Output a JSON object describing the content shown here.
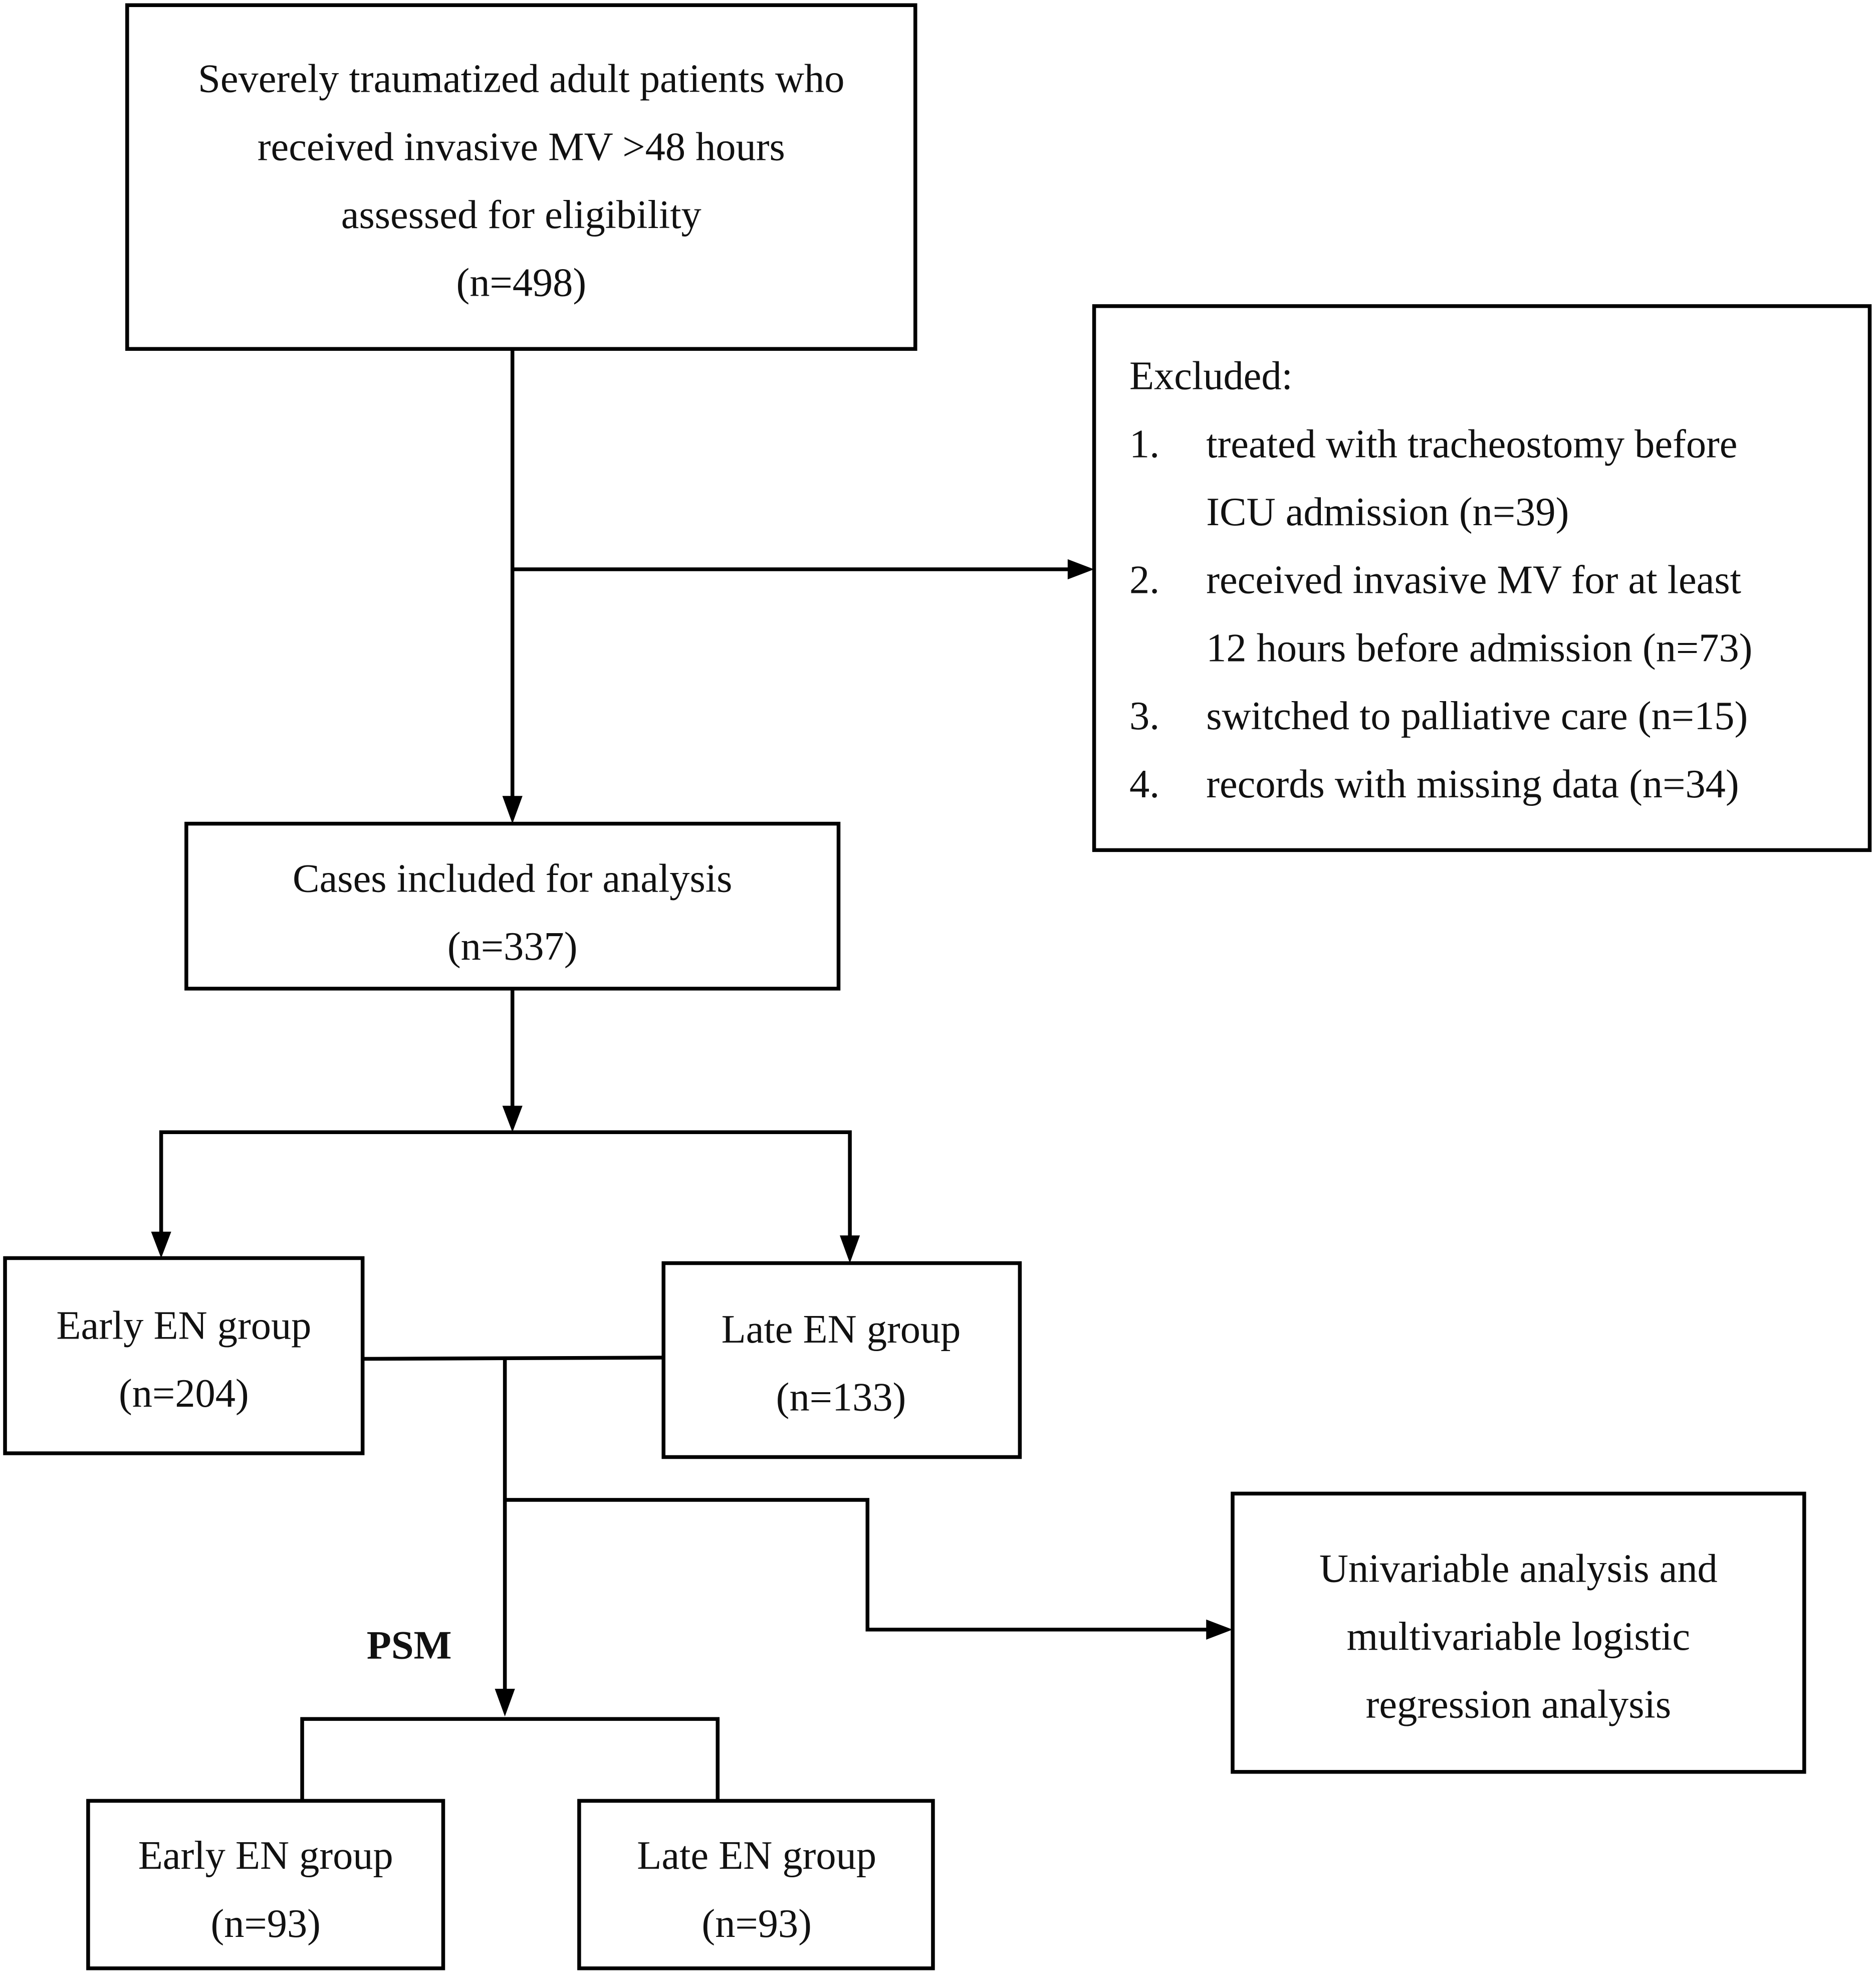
{
  "screening": {
    "lines": [
      "Severely traumatized adult patients who",
      "received invasive MV >48 hours",
      "assessed for eligibility",
      "(n=498)"
    ]
  },
  "excluded": {
    "title": "Excluded:",
    "items": [
      {
        "num": "1.",
        "lines": [
          "treated with tracheostomy before",
          "ICU admission (n=39)"
        ]
      },
      {
        "num": "2.",
        "lines": [
          "received invasive MV for at least",
          "12 hours before admission (n=73)"
        ]
      },
      {
        "num": "3.",
        "lines": [
          "switched to palliative care (n=15)"
        ]
      },
      {
        "num": "4.",
        "lines": [
          "records with missing data (n=34)"
        ]
      }
    ]
  },
  "included": {
    "lines": [
      "Cases included for analysis",
      "(n=337)"
    ]
  },
  "early_en": {
    "lines": [
      "Early EN group",
      "(n=204)"
    ]
  },
  "late_en": {
    "lines": [
      "Late EN group",
      "(n=133)"
    ]
  },
  "analysis": {
    "lines": [
      "Univariable analysis and",
      "multivariable logistic",
      "regression analysis"
    ]
  },
  "psm_label": "PSM",
  "early_en_psm": {
    "lines": [
      "Early EN group",
      "(n=93)"
    ]
  },
  "late_en_psm": {
    "lines": [
      "Late EN group",
      "(n=93)"
    ]
  }
}
